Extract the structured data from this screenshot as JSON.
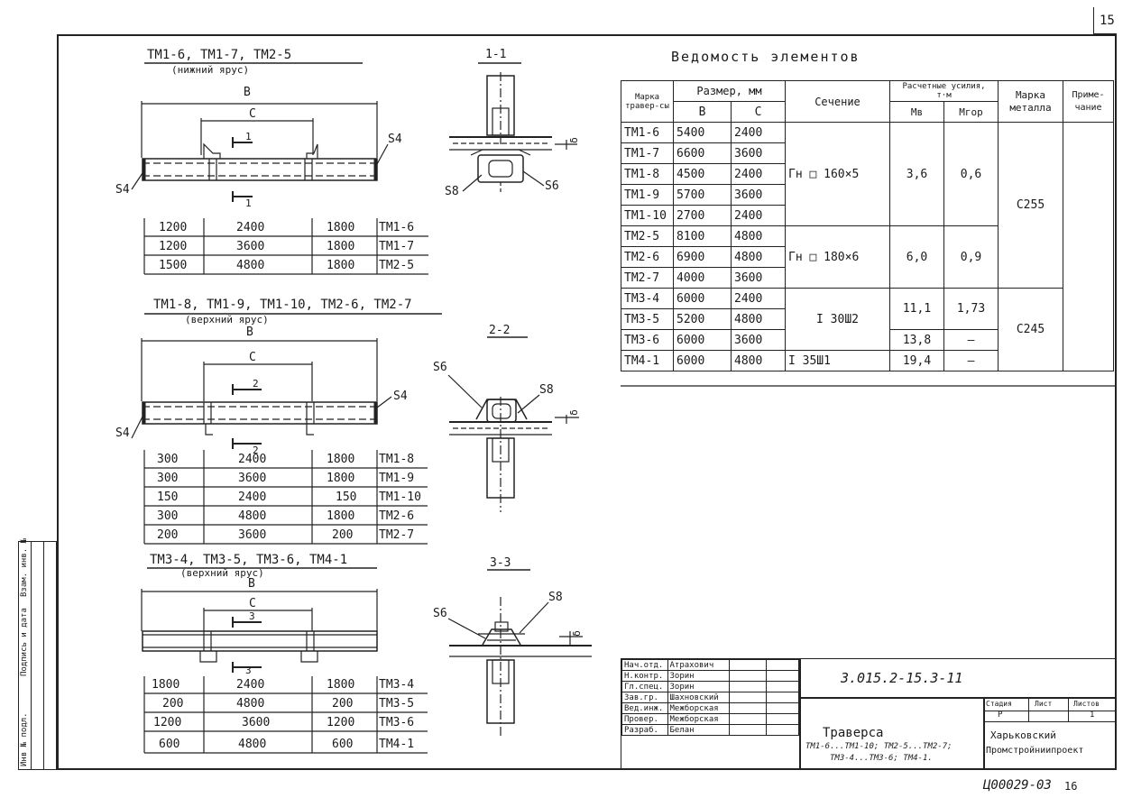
{
  "sheet_corner": "15",
  "footer": {
    "inventory_no": "Ц00029-03",
    "page": "16"
  },
  "sidebar_labels": [
    "Инв № подл.",
    "Подпись и дата",
    "Взам. инв. №"
  ],
  "groups": [
    {
      "title": "ТМ1-6, ТМ1-7, ТМ2-5",
      "subtitle": "(нижний ярус)",
      "dim_b": "В",
      "dim_c": "С",
      "cut_mark": "1",
      "weld_left": "S4",
      "weld_right": "S4",
      "rows": [
        {
          "a": "1200",
          "c": "2400",
          "d": "1800",
          "mark": "ТМ1-6"
        },
        {
          "a": "1200",
          "c": "3600",
          "d": "1800",
          "mark": "ТМ1-7"
        },
        {
          "a": "1500",
          "c": "4800",
          "d": "1800",
          "mark": "ТМ2-5"
        }
      ]
    },
    {
      "title": "ТМ1-8, ТМ1-9, ТМ1-10, ТМ2-6, ТМ2-7",
      "subtitle": "(верхний ярус)",
      "dim_b": "В",
      "dim_c": "С",
      "cut_mark": "2",
      "weld_left": "S4",
      "weld_right": "S4",
      "rows": [
        {
          "a": "300",
          "c": "2400",
          "d": "1800",
          "mark": "ТМ1-8"
        },
        {
          "a": "300",
          "c": "3600",
          "d": "1800",
          "mark": "ТМ1-9"
        },
        {
          "a": "150",
          "c": "2400",
          "d": "150",
          "mark": "ТМ1-10"
        },
        {
          "a": "300",
          "c": "4800",
          "d": "1800",
          "mark": "ТМ2-6"
        },
        {
          "a": "200",
          "c": "3600",
          "d": "200",
          "mark": "ТМ2-7"
        }
      ]
    },
    {
      "title": "ТМ3-4, ТМ3-5, ТМ3-6, ТМ4-1",
      "subtitle": "(верхний ярус)",
      "dim_b": "В",
      "dim_c": "С",
      "cut_mark": "3",
      "rows": [
        {
          "a": "1800",
          "c": "2400",
          "d": "1800",
          "mark": "ТМ3-4"
        },
        {
          "a": "200",
          "c": "4800",
          "d": "200",
          "mark": "ТМ3-5"
        },
        {
          "a": "1200",
          "c": "3600",
          "d": "1200",
          "mark": "ТМ3-6"
        },
        {
          "a": "600",
          "c": "4800",
          "d": "600",
          "mark": "ТМ4-1"
        }
      ]
    }
  ],
  "sections": [
    {
      "title": "1-1",
      "welds": [
        "S8",
        "S6"
      ],
      "dim": "δ"
    },
    {
      "title": "2-2",
      "welds": [
        "S6",
        "S8"
      ],
      "dim": "δ"
    },
    {
      "title": "3-3",
      "welds": [
        "S6",
        "S8"
      ],
      "dim": "δ"
    }
  ],
  "schedule": {
    "title": "Ведомость элементов",
    "headers": {
      "mark": "Марка травер-сы",
      "size": "Размер, мм",
      "b": "В",
      "c": "С",
      "section": "Сечение",
      "forces": "Расчетные усилия, т·м",
      "mv": "Мв",
      "mgor": "Мгор",
      "steel": "Марка металла",
      "note": "Приме-чание"
    },
    "rows": [
      {
        "mark": "ТМ1-6",
        "b": "5400",
        "c": "2400"
      },
      {
        "mark": "ТМ1-7",
        "b": "6600",
        "c": "3600"
      },
      {
        "mark": "ТМ1-8",
        "b": "4500",
        "c": "2400"
      },
      {
        "mark": "ТМ1-9",
        "b": "5700",
        "c": "3600"
      },
      {
        "mark": "ТМ1-10",
        "b": "2700",
        "c": "2400"
      },
      {
        "mark": "ТМ2-5",
        "b": "8100",
        "c": "4800"
      },
      {
        "mark": "ТМ2-6",
        "b": "6900",
        "c": "4800"
      },
      {
        "mark": "ТМ2-7",
        "b": "4000",
        "c": "3600"
      },
      {
        "mark": "ТМ3-4",
        "b": "6000",
        "c": "2400"
      },
      {
        "mark": "ТМ3-5",
        "b": "5200",
        "c": "4800"
      },
      {
        "mark": "ТМ3-6",
        "b": "6000",
        "c": "3600"
      },
      {
        "mark": "ТМ4-1",
        "b": "6000",
        "c": "4800"
      }
    ],
    "section_groups": [
      {
        "section": "Гн □ 160×5",
        "mv": "3,6",
        "mgor": "0,6"
      },
      {
        "section": "Гн □ 180×6",
        "mv": "6,0",
        "mgor": "0,9"
      },
      {
        "section": "I 30Ш2",
        "mv": "11,1",
        "mgor": "1,73"
      },
      {
        "section": "",
        "mv": "13,8",
        "mgor": "—"
      },
      {
        "section": "I 35Ш1",
        "mv": "19,4",
        "mgor": "—"
      }
    ],
    "steel": [
      "С255",
      "С245"
    ]
  },
  "title_block": {
    "doc_code": "3.015.2-15.3-11",
    "sheet_title": "Траверса",
    "sheet_subtitle_1": "ТМ1-6...ТМ1-10; ТМ2-5...ТМ2-7;",
    "sheet_subtitle_2": "ТМ3-4...ТМ3-6; ТМ4-1.",
    "stage_label": "Стадия",
    "stage": "Р",
    "sheet_label": "Лист",
    "sheet": "",
    "sheets_label": "Листов",
    "sheets": "1",
    "org_1": "Харьковский",
    "org_2": "Промстройниипроект",
    "roles": [
      {
        "role": "Нач.отд.",
        "name": "Атрахович"
      },
      {
        "role": "Н.контр.",
        "name": "Зорин"
      },
      {
        "role": "Гл.спец.",
        "name": "Зорин"
      },
      {
        "role": "Зав.гр.",
        "name": "Шахновский"
      },
      {
        "role": "Вед.инж.",
        "name": "Межборская"
      },
      {
        "role": "Провер.",
        "name": "Межборская"
      },
      {
        "role": "Разраб.",
        "name": "Белан"
      }
    ]
  }
}
